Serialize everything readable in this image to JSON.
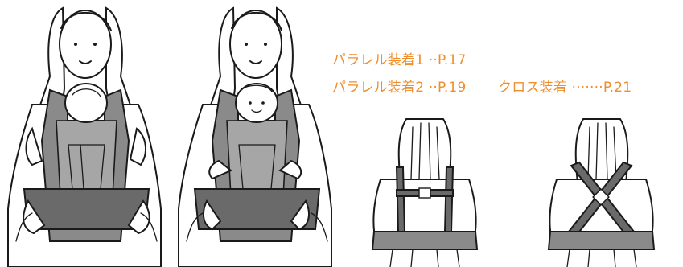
{
  "labels": {
    "parallel_1": "パラレル装着1 ··P.17",
    "parallel_2": "パラレル装着2 ··P.19",
    "cross": "クロス装着 ·······P.21"
  },
  "colors": {
    "accent": "#ef8e2c",
    "carrier": "#8a8a8a",
    "line": "#1a1a1a"
  }
}
